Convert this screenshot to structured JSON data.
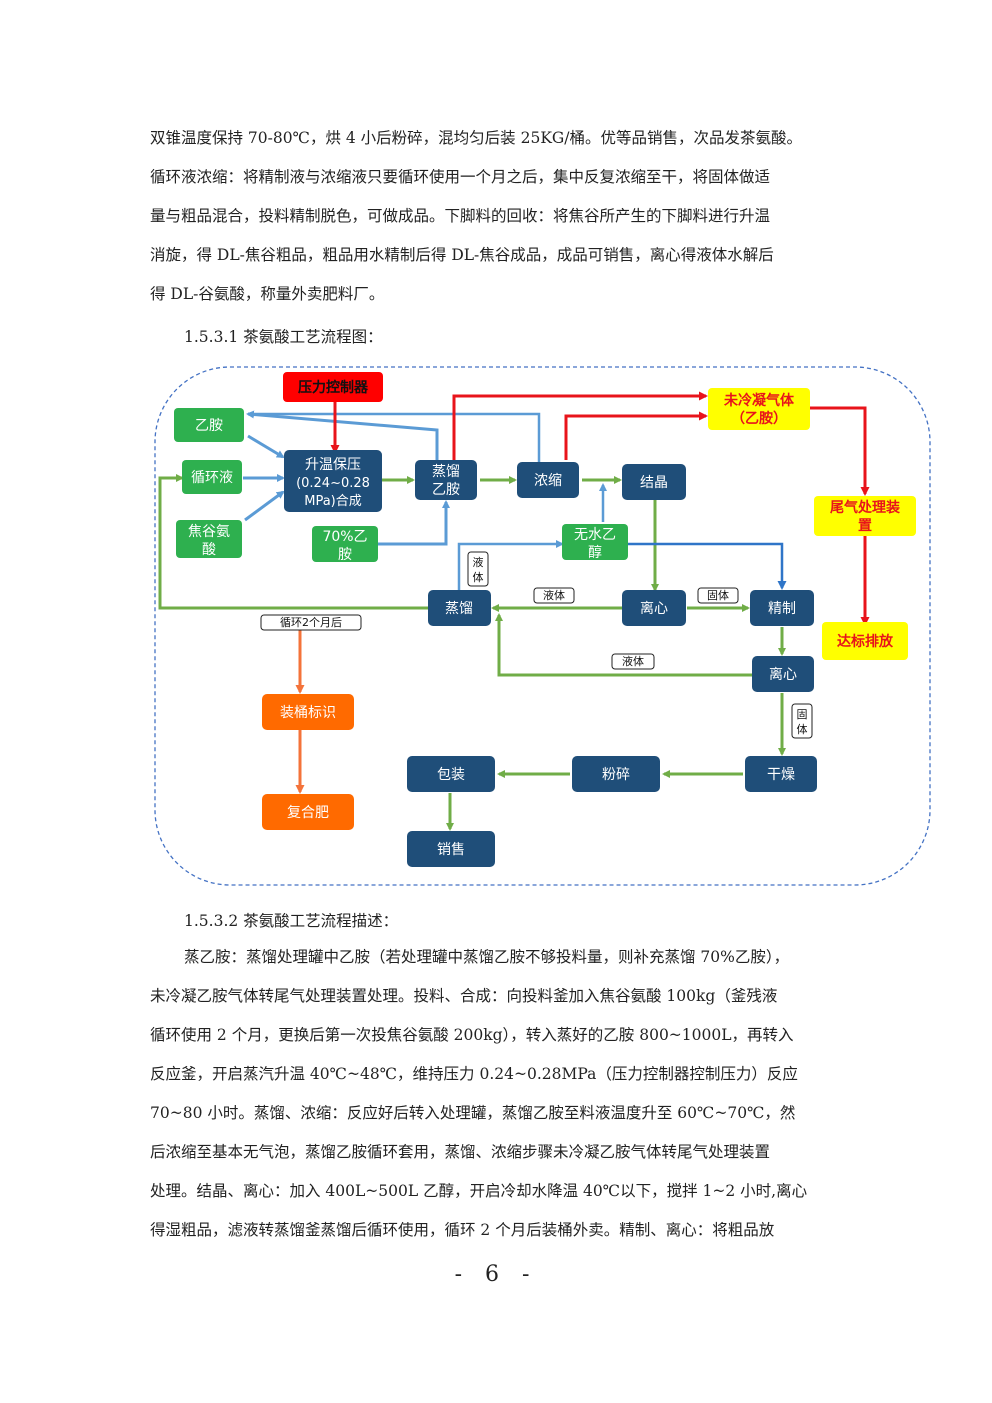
{
  "intro_lines": [
    "双锥温度保持 70-80℃，烘 4 小后粉碎，混均匀后装 25KG/桶。优等品销售，次品发茶氨酸。",
    "循环液浓缩：将精制液与浓缩液只要循环使用一个月之后，集中反复浓缩至干，将固体做适",
    "量与粗品混合，投料精制脱色，可做成品。下脚料的回收：将焦谷所产生的下脚料进行升温",
    "消旋，得 DL-焦谷粗品，粗品用水精制后得 DL-焦谷成品，成品可销售，离心得液体水解后",
    "得 DL-谷氨酸，称量外卖肥料厂。"
  ],
  "heading_1": "1.5.3.1 茶氨酸工艺流程图：",
  "heading_2": "1.5.3.2 茶氨酸工艺流程描述：",
  "desc_lines": [
    "蒸乙胺：蒸馏处理罐中乙胺（若处理罐中蒸馏乙胺不够投料量，则补充蒸馏 70%乙胺），",
    "未冷凝乙胺气体转尾气处理装置处理。投料、合成：向投料釜加入焦谷氨酸 100kg（釜残液",
    "循环使用 2 个月，更换后第一次投焦谷氨酸 200kg），转入蒸好的乙胺 800~1000L，再转入",
    "反应釜，开启蒸汽升温 40℃~48℃，维持压力 0.24~0.28MPa（压力控制器控制压力）反应",
    "70~80 小时。蒸馏、浓缩：反应好后转入处理罐，蒸馏乙胺至料液温度升至 60℃~70℃，然",
    "后浓缩至基本无气泡，蒸馏乙胺循环套用，蒸馏、浓缩步骤未冷凝乙胺气体转尾气处理装置",
    "处理。结晶、离心：加入 400L~500L 乙醇，开启冷却水降温 40℃以下，搅拌 1~2 小时,离心",
    "得湿粗品，滤液转蒸馏釜蒸馏后循环使用，循环 2 个月后装桶外卖。精制、离心：将粗品放"
  ],
  "page_number": "- 6 -",
  "flow": {
    "pressure_controller": "压力控制器",
    "ethylamine": "乙胺",
    "recycle_liquid": "循环液",
    "pyroglutamic_1": "焦谷氨",
    "pyroglutamic_2": "酸",
    "heat_1": "升温保压",
    "heat_2": "(0.24~0.28",
    "heat_3": "MPa)合成",
    "distill_eth_1": "蒸馏",
    "distill_eth_2": "乙胺",
    "concentrate": "浓缩",
    "crystallize": "结晶",
    "eth70_1": "70%乙",
    "eth70_2": "胺",
    "ethanol_1": "无水乙",
    "ethanol_2": "醇",
    "uncondensed_1": "未冷凝气体",
    "uncondensed_2": "（乙胺）",
    "tailgas_1": "尾气处理装",
    "tailgas_2": "置",
    "discharge": "达标排放",
    "distill": "蒸馏",
    "centrifuge_1": "离心",
    "refine": "精制",
    "centrifuge_2": "离心",
    "dry": "干燥",
    "crush": "粉碎",
    "pack": "包装",
    "sell": "销售",
    "barrel": "装桶标识",
    "fertilizer": "复合肥",
    "lbl_liquid_v_1": "液",
    "lbl_liquid_v_2": "体",
    "lbl_liquid_1": "液体",
    "lbl_solid_1": "固体",
    "lbl_liquid_2": "液体",
    "lbl_solid_v_1": "固",
    "lbl_solid_v_2": "体",
    "lbl_cycle": "循环2个月后",
    "colors": {
      "navy": "#1F4E79",
      "green": "#2EB04F",
      "red": "#FF0000",
      "yellow": "#FFFF00",
      "orange": "#FF6A00",
      "arrow_green": "#70AD47",
      "arrow_blue": "#5B9BD5",
      "arrow_red": "#E8141B",
      "arrow_orange": "#F4733A",
      "arrow_darkblue": "#2F75C8"
    }
  }
}
